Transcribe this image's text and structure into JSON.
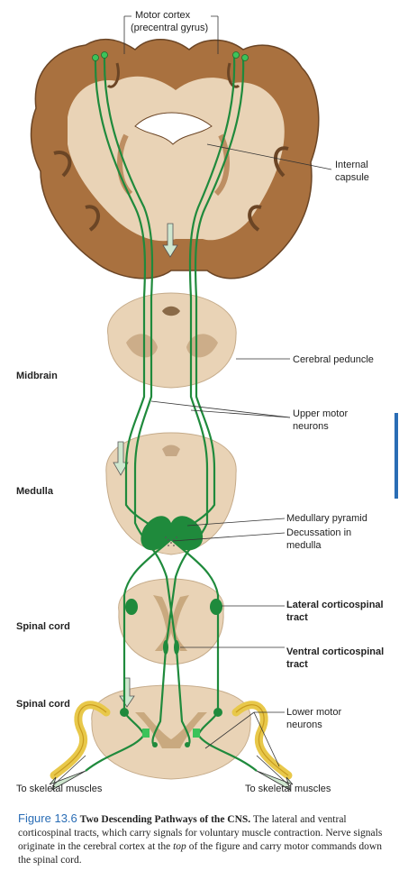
{
  "labels": {
    "motor_cortex_1": "Motor cortex",
    "motor_cortex_2": "(precentral gyrus)",
    "internal_capsule_1": "Internal",
    "internal_capsule_2": "capsule",
    "cerebral_peduncle": "Cerebral peduncle",
    "upper_motor_1": "Upper motor",
    "upper_motor_2": "neurons",
    "medullary_pyramid": "Medullary pyramid",
    "decussation_1": "Decussation in",
    "decussation_2": "medulla",
    "lateral_cs_1": "Lateral corticospinal",
    "lateral_cs_2": "tract",
    "ventral_cs_1": "Ventral corticospinal",
    "ventral_cs_2": "tract",
    "lower_motor_1": "Lower motor",
    "lower_motor_2": "neurons",
    "to_muscles_left": "To skeletal muscles",
    "to_muscles_right": "To skeletal muscles"
  },
  "regions": {
    "midbrain": "Midbrain",
    "medulla": "Medulla",
    "spinal_cord_1": "Spinal cord",
    "spinal_cord_2": "Spinal cord"
  },
  "caption": {
    "figure_number": "Figure 13.6",
    "title": "Two Descending Pathways of the CNS.",
    "text_1": "The lateral and ventral corticospinal tracts, which carry signals for voluntary muscle contraction. Nerve signals originate in the cerebral cortex at the ",
    "text_top": "top",
    "text_2": " of the figure and carry motor commands down the spinal cord."
  },
  "colors": {
    "tract": "#1f8a3c",
    "tissue": "#e9d3b6",
    "cortex": "#a9713f",
    "nerve": "#e8c84a"
  }
}
